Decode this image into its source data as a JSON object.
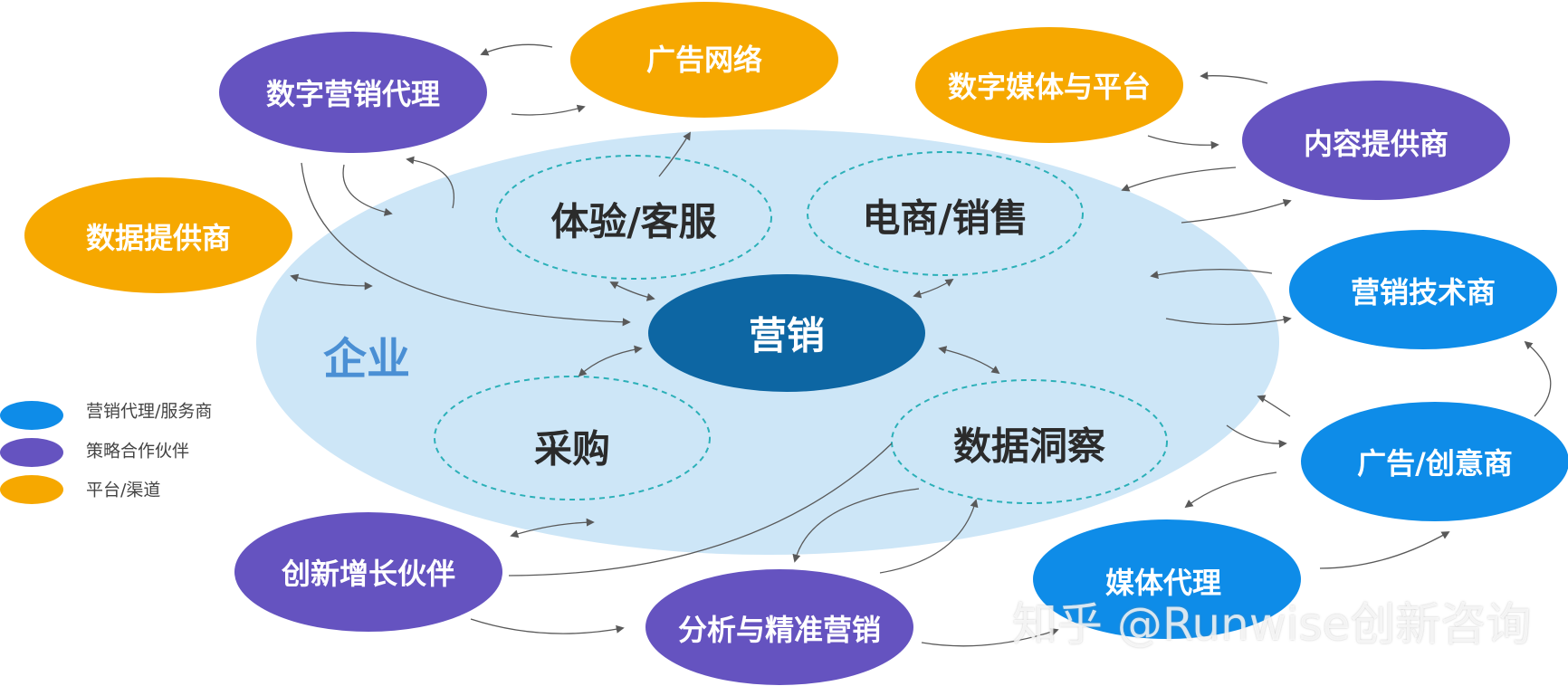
{
  "colors": {
    "purple": "#6553C0",
    "orange": "#F6A800",
    "blue": "#0E8CE8",
    "core": "#0D66A3",
    "enterprise_bg": "#CDE6F7",
    "inner_ring": "#2BB0B8",
    "connector": "#595959"
  },
  "enterprise": {
    "label": "企业"
  },
  "core": {
    "label": "营销"
  },
  "inner_functions": {
    "experience": "体验/客服",
    "ecommerce": "电商/销售",
    "procurement": "采购",
    "insight": "数据洞察"
  },
  "partners": {
    "digital_agency": {
      "label": "数字营销代理",
      "category": "策略合作伙伴"
    },
    "ad_network": {
      "label": "广告网络",
      "category": "平台/渠道"
    },
    "digital_media": {
      "label": "数字媒体与平台",
      "category": "平台/渠道"
    },
    "content_provider": {
      "label": "内容提供商",
      "category": "策略合作伙伴"
    },
    "data_provider": {
      "label": "数据提供商",
      "category": "平台/渠道"
    },
    "martech": {
      "label": "营销技术商",
      "category": "营销代理/服务商"
    },
    "creative": {
      "label": "广告/创意商",
      "category": "营销代理/服务商"
    },
    "innovation_partner": {
      "label": "创新增长伙伴",
      "category": "策略合作伙伴"
    },
    "analytics": {
      "label": "分析与精准营销",
      "category": "策略合作伙伴"
    },
    "media_agency": {
      "label": "媒体代理",
      "category": "营销代理/服务商"
    }
  },
  "legend": [
    {
      "label": "营销代理/服务商",
      "color": "#0E8CE8"
    },
    {
      "label": "策略合作伙伴",
      "color": "#6553C0"
    },
    {
      "label": "平台/渠道",
      "color": "#F6A800"
    }
  ],
  "watermark": "知乎 @Runwise创新咨询"
}
